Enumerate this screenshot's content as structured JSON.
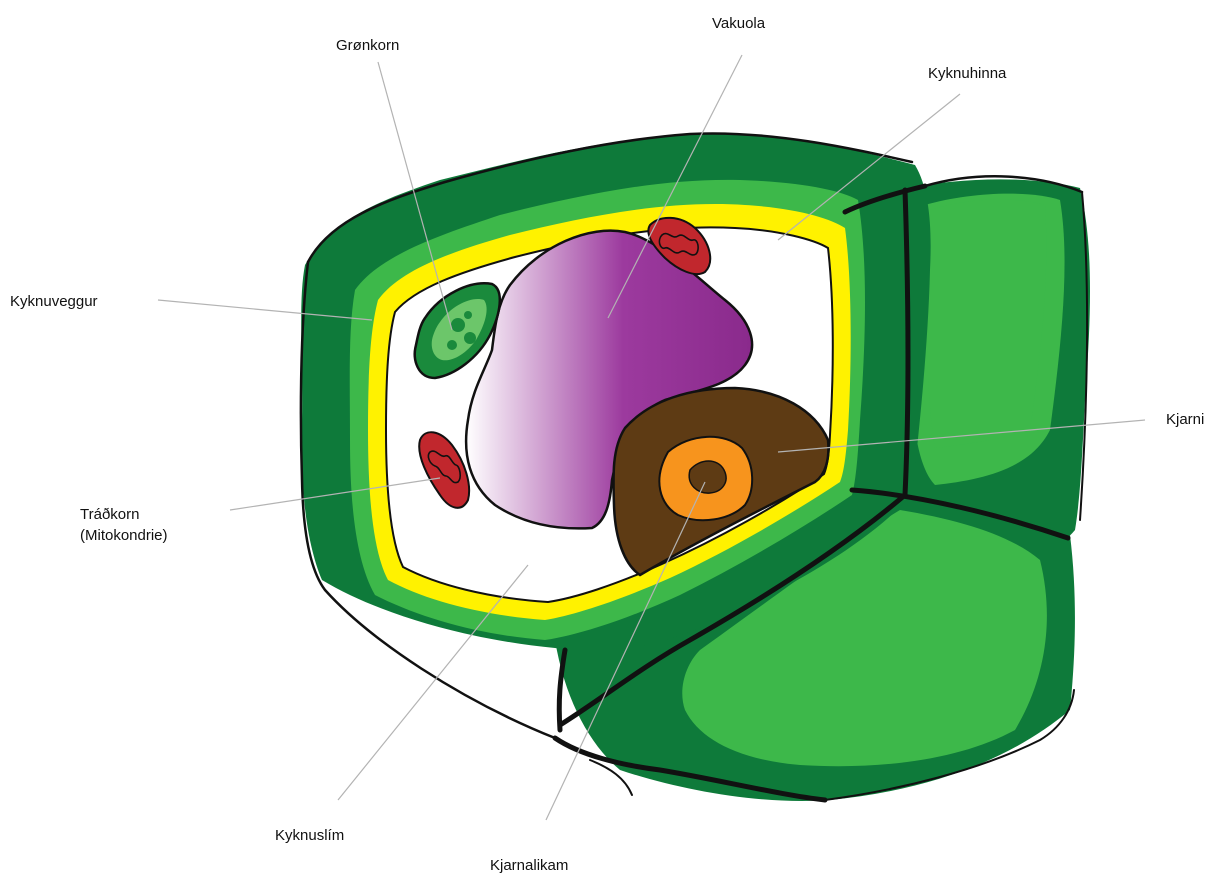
{
  "labels": {
    "gronkorn": "Grønkorn",
    "vakuola": "Vakuola",
    "kyknuhinna": "Kyknuhinna",
    "kyknuveggur": "Kyknuveggur",
    "kjarni": "Kjarni",
    "tradkorn_line1": "Tráðkorn",
    "tradkorn_line2": "(Mitokondrie)",
    "kyknuslim": "Kyknuslím",
    "kjarnalikam": "Kjarnalikam"
  },
  "colors": {
    "wall_dark_green": "#0e7a3a",
    "wall_light_green": "#3db84a",
    "membrane_yellow": "#fff200",
    "cytoplasm": "#ffffff",
    "vacuole_purple": "#8e2c90",
    "nucleus_brown": "#5e3b14",
    "nucleolus_orange": "#f7941d",
    "mitochondria_red": "#c1272d",
    "chloroplast_green": "#1a8a3c",
    "outline": "#111111",
    "leader_line": "#b3b3b3"
  }
}
